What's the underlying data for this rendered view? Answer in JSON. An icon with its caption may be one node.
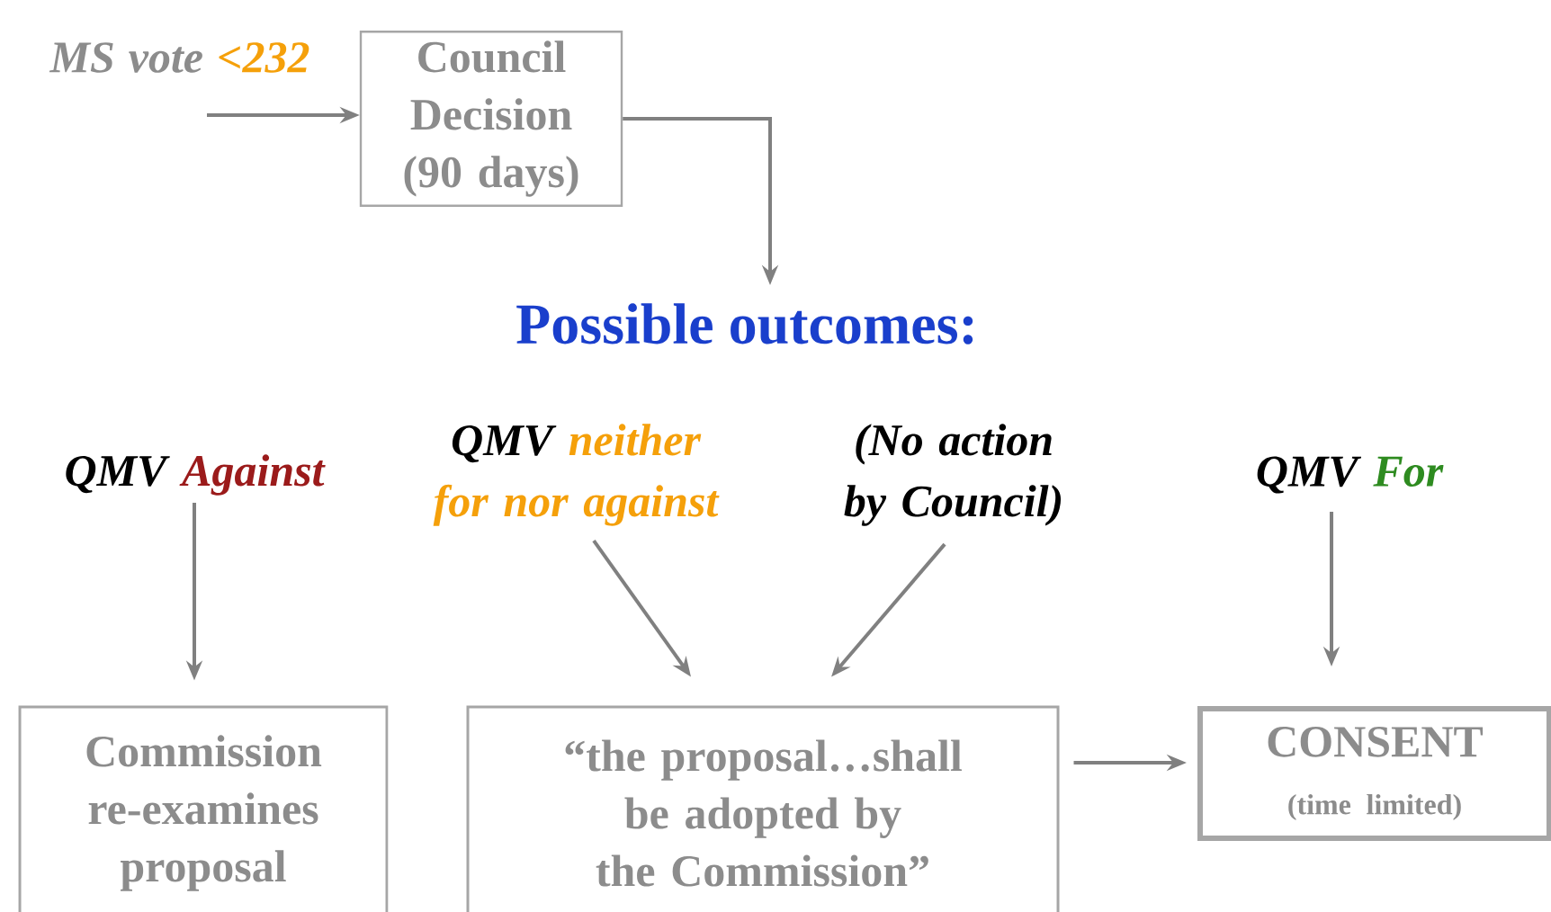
{
  "diagram": {
    "nodes": [
      {
        "text": [
          "MS vote",
          "<232"
        ]
      },
      {
        "text": [
          "Council Decision (90 days)"
        ]
      },
      {
        "text": [
          "Possible outcomes:"
        ]
      },
      {
        "text": [
          "QMV",
          "Against"
        ]
      },
      {
        "text": [
          "QMV",
          "neither for nor against"
        ]
      },
      {
        "text": [
          "(No action by Council)"
        ]
      },
      {
        "text": [
          "QMV",
          "For"
        ]
      },
      {
        "text": [
          "Commission re-examines proposal"
        ]
      },
      {
        "text": [
          "“the proposal…shall be adopted by the Commission”"
        ]
      },
      {
        "text": [
          "CONSENT",
          "(time limited)"
        ]
      }
    ],
    "edges": [
      {
        "from": 0,
        "to": 1,
        "arrow": "to"
      },
      {
        "from": 1,
        "to": 2,
        "arrow": "to"
      },
      {
        "from": 3,
        "to": 7,
        "arrow": "to"
      },
      {
        "from": 4,
        "to": 8,
        "arrow": "to"
      },
      {
        "from": 5,
        "to": 8,
        "arrow": "to"
      },
      {
        "from": 6,
        "to": 9,
        "arrow": "to"
      },
      {
        "from": 8,
        "to": 9,
        "arrow": "to"
      }
    ]
  }
}
